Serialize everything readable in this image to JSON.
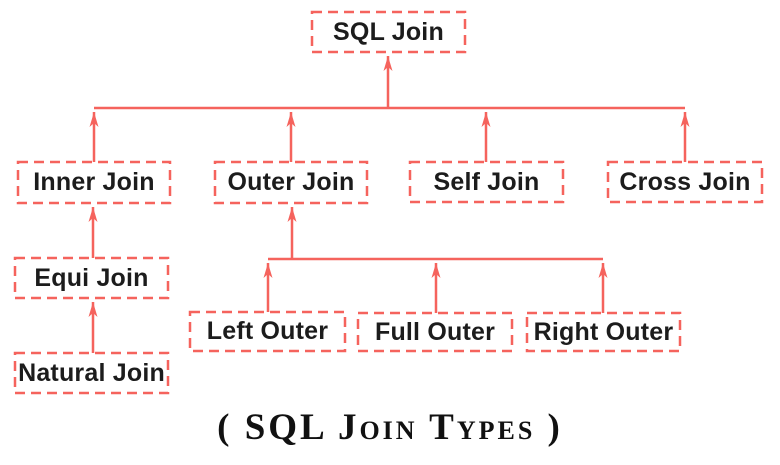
{
  "diagram": {
    "caption": "( SQL Join Types )",
    "accent_color": "#f5635d",
    "text_color": "#1c1c1c",
    "background_color": "#ffffff",
    "nodes": [
      {
        "id": "sql-join",
        "label": "SQL Join"
      },
      {
        "id": "inner-join",
        "label": "Inner Join"
      },
      {
        "id": "outer-join",
        "label": "Outer Join"
      },
      {
        "id": "self-join",
        "label": "Self Join"
      },
      {
        "id": "cross-join",
        "label": "Cross Join"
      },
      {
        "id": "equi-join",
        "label": "Equi Join"
      },
      {
        "id": "natural-join",
        "label": "Natural Join"
      },
      {
        "id": "left-outer",
        "label": "Left Outer"
      },
      {
        "id": "full-outer",
        "label": "Full Outer"
      },
      {
        "id": "right-outer",
        "label": "Right Outer"
      }
    ],
    "edges": [
      {
        "from": "inner-join",
        "to": "sql-join"
      },
      {
        "from": "outer-join",
        "to": "sql-join"
      },
      {
        "from": "self-join",
        "to": "sql-join"
      },
      {
        "from": "cross-join",
        "to": "sql-join"
      },
      {
        "from": "equi-join",
        "to": "inner-join"
      },
      {
        "from": "natural-join",
        "to": "equi-join"
      },
      {
        "from": "left-outer",
        "to": "outer-join"
      },
      {
        "from": "full-outer",
        "to": "outer-join"
      },
      {
        "from": "right-outer",
        "to": "outer-join"
      }
    ]
  }
}
